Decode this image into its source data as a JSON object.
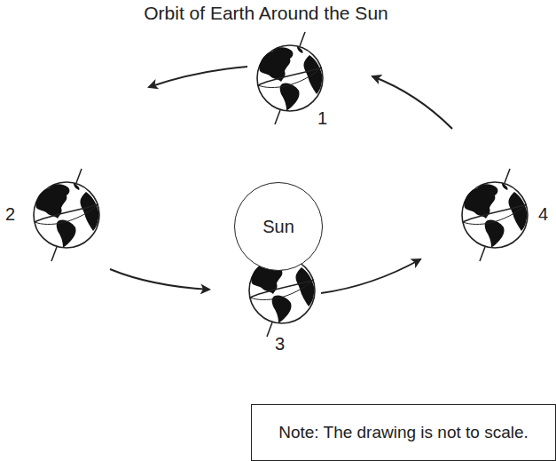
{
  "diagram": {
    "title": "Orbit of Earth Around the Sun",
    "nodes": [
      {
        "text": [
          "Sun"
        ]
      },
      {
        "text": [
          "Note: The drawing is not to scale."
        ]
      }
    ],
    "labels": [
      "1",
      "2",
      "3",
      "4"
    ]
  }
}
